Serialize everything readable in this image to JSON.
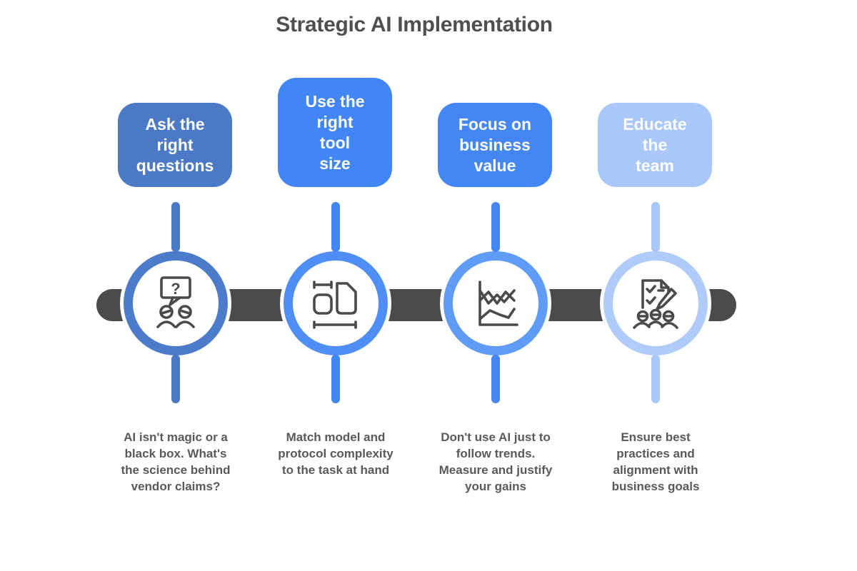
{
  "title": "Strategic AI Implementation",
  "colors": {
    "background": "#ffffff",
    "bar": "#4b4b4b",
    "icon_stroke": "#4a4a4a",
    "title_text": "#4d4f52",
    "desc_text": "#58595b",
    "box_text": "#ffffff"
  },
  "steps": [
    {
      "label": "Ask the\nright\nquestions",
      "description": "AI isn't magic or a\nblack box. What's\nthe science behind\nvendor claims?",
      "icon": "question-discussion-icon",
      "color": "#4c79c6",
      "ring_color": "#4c7cc9"
    },
    {
      "label": "Use the\nright\ntool\nsize",
      "description": "Match model and\nprotocol complexity\nto the task at hand",
      "icon": "size-comparison-icon",
      "color": "#4285f4",
      "ring_color": "#4f8ef5"
    },
    {
      "label": "Focus on\nbusiness\nvalue",
      "description": "Don't use AI just to\nfollow trends.\nMeasure and justify\nyour gains",
      "icon": "line-chart-icon",
      "color": "#4487f4",
      "ring_color": "#5f9cf8"
    },
    {
      "label": "Educate\nthe\nteam",
      "description": "Ensure best\npractices and\nalignment with\nbusiness goals",
      "icon": "team-training-icon",
      "color": "#a9c7f9",
      "ring_color": "#aecbfa"
    }
  ]
}
